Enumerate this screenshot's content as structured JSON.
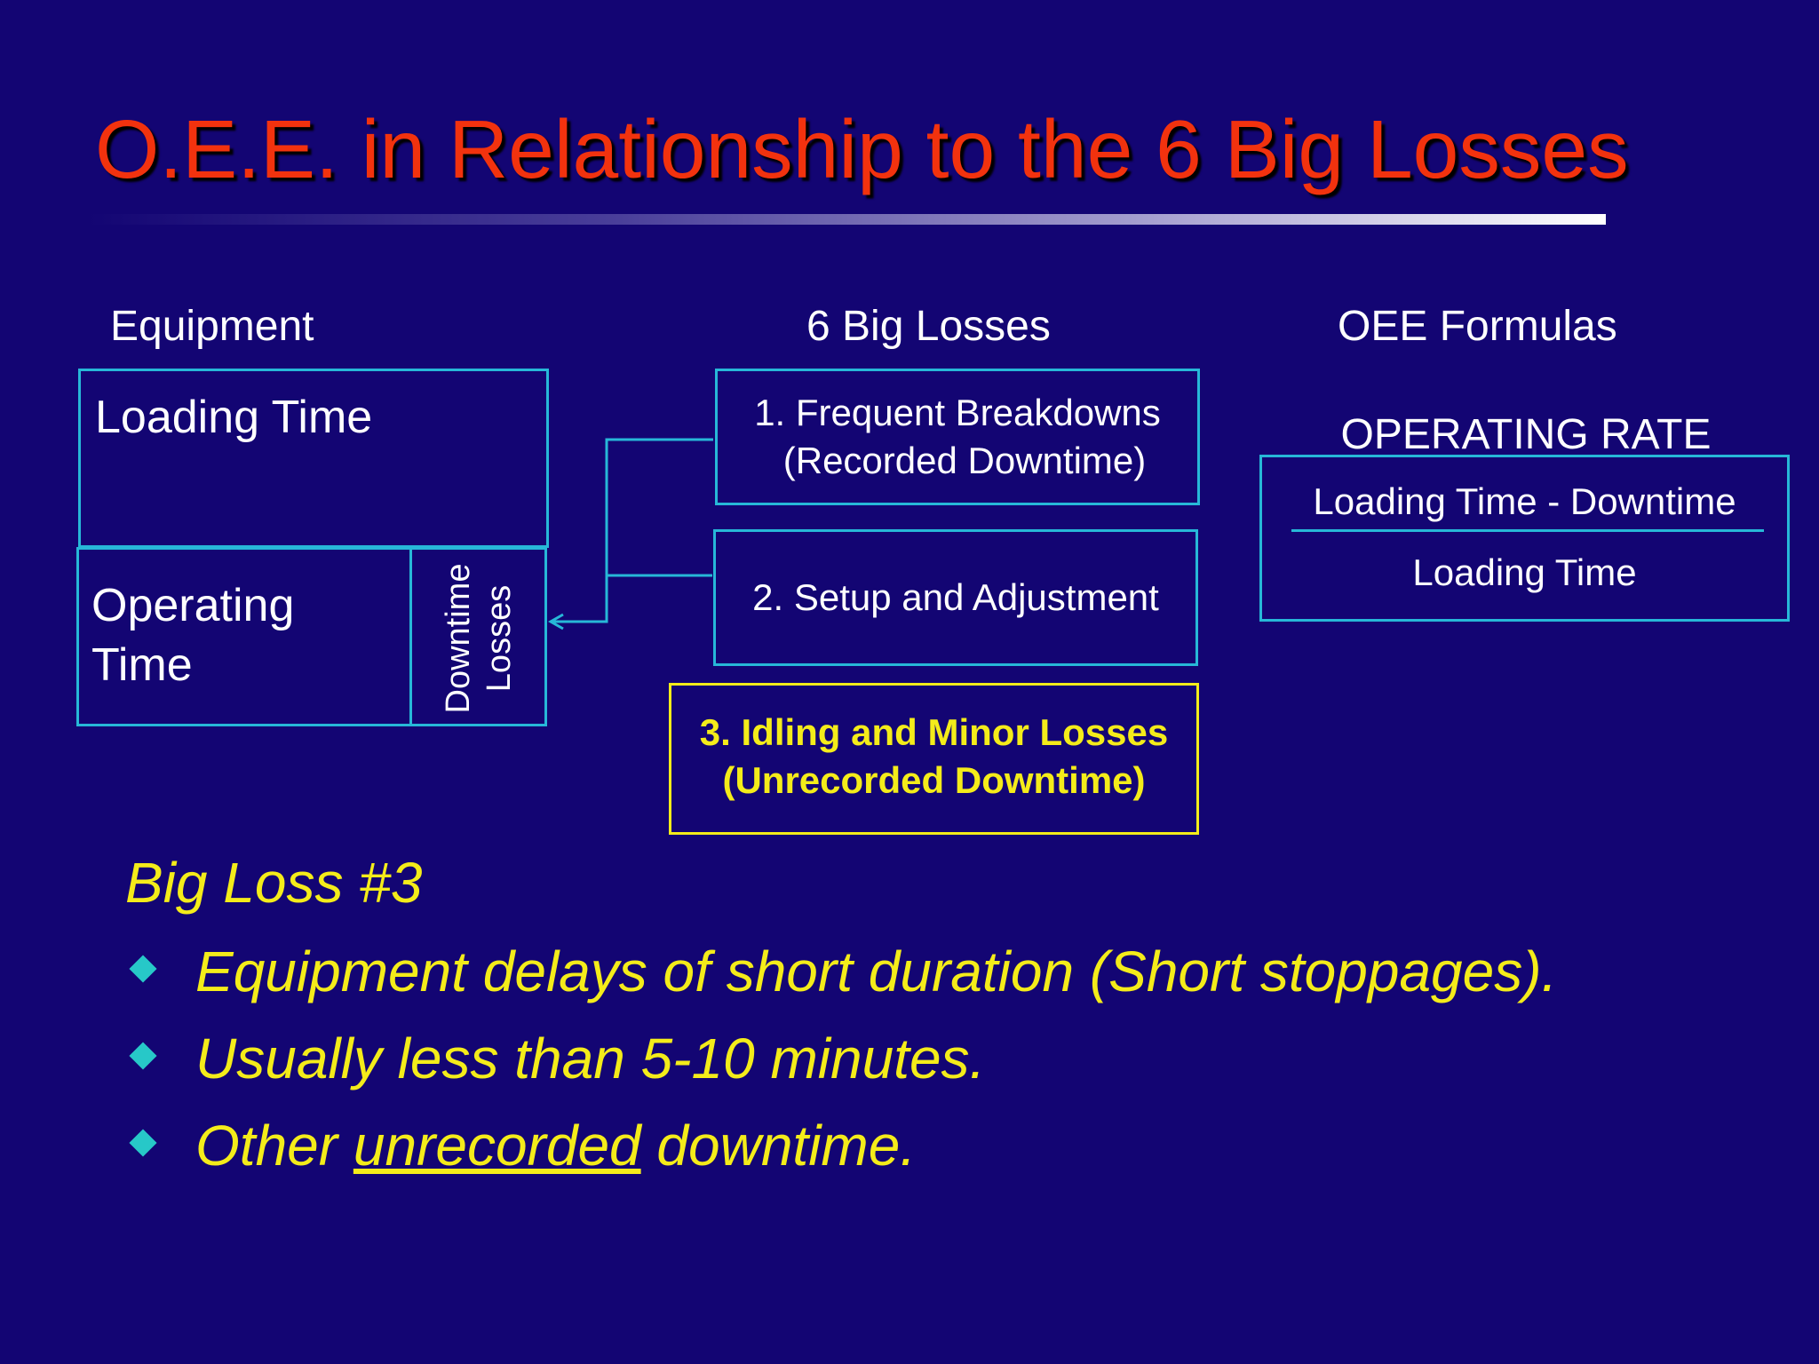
{
  "title": "O.E.E. in Relationship to the 6 Big Losses",
  "columns": {
    "equipment": "Equipment",
    "big_losses": "6 Big Losses",
    "formulas": "OEE Formulas"
  },
  "equipment": {
    "loading_time": "Loading Time",
    "operating_time_line1": "Operating",
    "operating_time_line2": "Time",
    "downtime_losses_line1": "Downtime",
    "downtime_losses_line2": "Losses"
  },
  "losses": [
    {
      "line1": "1. Frequent Breakdowns",
      "line2": "(Recorded Downtime)"
    },
    {
      "line1": "2. Setup and Adjustment"
    },
    {
      "line1": "3. Idling and Minor Losses",
      "line2": "(Unrecorded Downtime)"
    }
  ],
  "formula": {
    "heading": "OPERATING RATE",
    "numerator": "Loading Time - Downtime",
    "denominator": "Loading Time"
  },
  "notes": {
    "heading": "Big Loss #3",
    "bullet1": "Equipment delays of short duration (Short stoppages).",
    "bullet2": "Usually less than 5-10 minutes.",
    "bullet3_pre": "Other ",
    "bullet3_underlined": "unrecorded",
    "bullet3_post": " downtime."
  },
  "colors": {
    "background": "#130573",
    "title": "#f2320e",
    "box_border": "#27b8d8",
    "highlight": "#f4ec1a",
    "bullet": "#27c8c8"
  }
}
